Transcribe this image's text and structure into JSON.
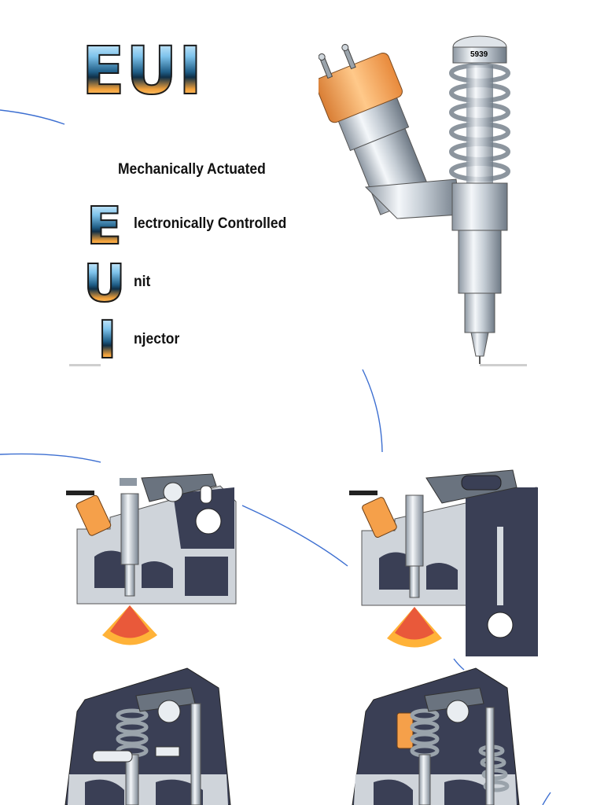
{
  "logo": {
    "text": "EUI"
  },
  "definition": {
    "heading": "Mechanically Actuated",
    "rows": [
      {
        "letter": "E",
        "rest": "lectronically Controlled"
      },
      {
        "letter": "U",
        "rest": "nit"
      },
      {
        "letter": "I",
        "rest": "njector"
      }
    ]
  },
  "injector": {
    "part_number": "5939"
  },
  "colors": {
    "accent_orange": "#f5a04a",
    "steel": "#c9d1d9",
    "block_dark": "#3a3f55",
    "connector_blue": "#3d6fd1",
    "spray_red": "#e23b3b",
    "spray_yellow": "#ffb238"
  }
}
